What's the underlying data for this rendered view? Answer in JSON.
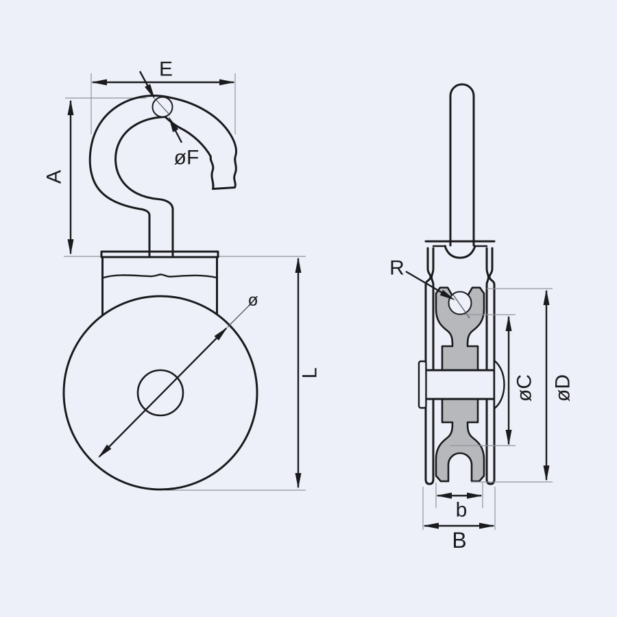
{
  "drawing": {
    "description": "Two-view technical drawing of a swivel hook pulley block",
    "colors": {
      "background": "#edf0f8",
      "line": "#1b1b1e",
      "thin_line": "#8e949c",
      "wheel_section_fill": "#b6b8bc"
    },
    "front_view": {
      "name": "front view (hook, swivel bracket, sheave)",
      "labels": {
        "E": "E",
        "F": "øF",
        "A": "A",
        "dia": "ø",
        "L": "L"
      }
    },
    "side_view": {
      "name": "side view (shaft, strap, sheave cross-section, axle)",
      "labels": {
        "R": "R",
        "C": "øC",
        "D": "øD",
        "b": "b",
        "B": "B"
      }
    }
  }
}
